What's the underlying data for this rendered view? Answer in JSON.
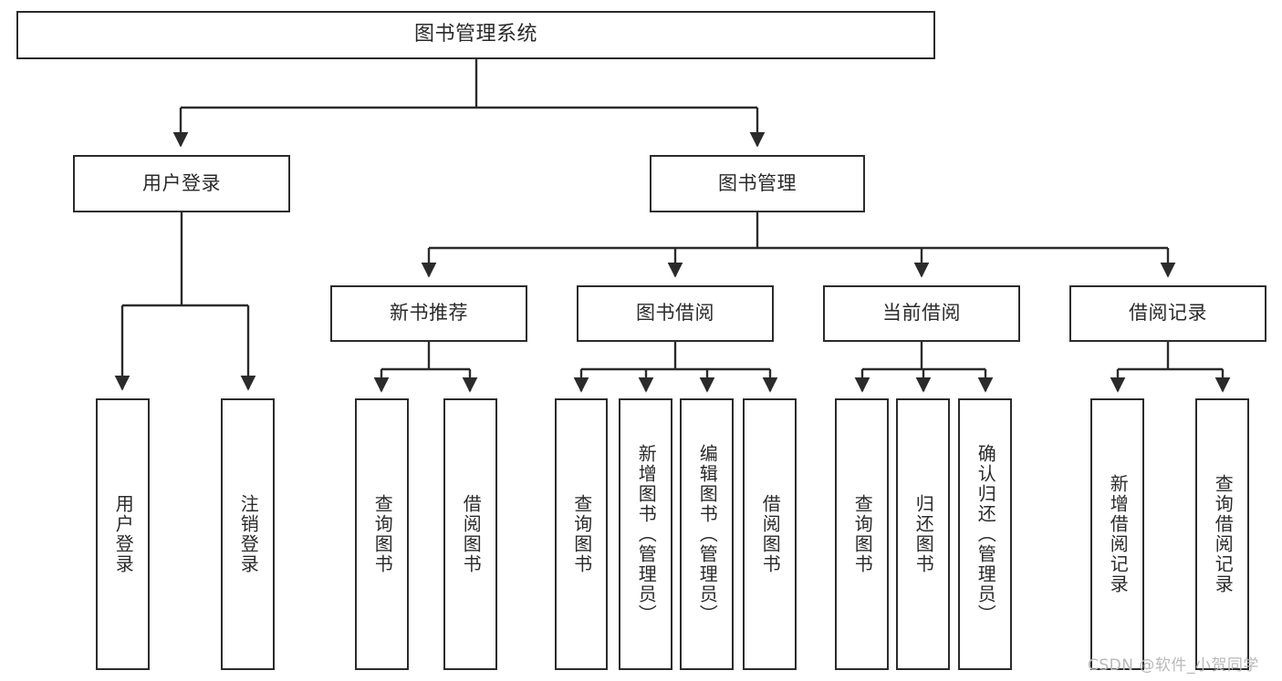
{
  "diagram": {
    "title_node": {
      "label": "图书管理系统"
    },
    "level2": [
      {
        "label": "用户登录"
      },
      {
        "label": "图书管理"
      }
    ],
    "level3": [
      {
        "label": "新书推荐"
      },
      {
        "label": "图书借阅"
      },
      {
        "label": "当前借阅"
      },
      {
        "label": "借阅记录"
      }
    ],
    "leaves": {
      "user_login": [
        {
          "label": "用户登录"
        },
        {
          "label": "注销登录"
        }
      ],
      "new_book_rec": [
        {
          "label": "查询图书"
        },
        {
          "label": "借阅图书"
        }
      ],
      "book_borrow": [
        {
          "label": "查询图书"
        },
        {
          "label": "新增图书（管理员）"
        },
        {
          "label": "编辑图书（管理员）"
        },
        {
          "label": "借阅图书"
        }
      ],
      "current_borrow": [
        {
          "label": "查询图书"
        },
        {
          "label": "归还图书"
        },
        {
          "label": "确认归还（管理员）"
        }
      ],
      "borrow_record": [
        {
          "label": "新增借阅记录"
        },
        {
          "label": "查询借阅记录"
        }
      ]
    },
    "watermark": {
      "text": "CSDN @软件_小贺同学"
    },
    "colors": {
      "border": "#2b2b2b",
      "text": "#2a2a2a",
      "background": "#ffffff",
      "connector": "#2b2b2b",
      "watermark": "#b9b9b9"
    }
  }
}
